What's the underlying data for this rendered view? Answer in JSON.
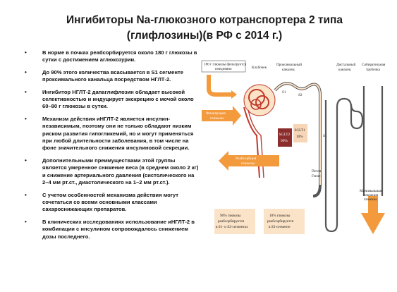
{
  "slide": {
    "title_line1": "Ингибиторы Na-глюкозного котранспортера 2 типа",
    "title_line2": "(глифлозины)(в РФ с 2014 г.)"
  },
  "bullets": [
    {
      "marker": "•",
      "text": "В норме в почках реабсорбируется около 180 г глюкозы в сутки с достижением аглюкозурии."
    },
    {
      "marker": "•",
      "text": "До 90% этого количества всасывается в S1 сегменте проксимального канальца посредством НГЛТ-2."
    },
    {
      "marker": "•",
      "text": "Ингибитор НГЛТ-2 дапаглифлозин обладает высокой селективностью и индуцирует экскрецию с мочой около 60–80 г глюкозы в сутки."
    },
    {
      "marker": "•",
      "text": "Механизм действия иНГЛТ-2 является инсулин-независимым, поэтому они не только обладают низким риском развития гипогликемий, но и могут применяться при любой длительности заболевания, в том числе на фоне значительного снижения инсулиновой секреции."
    },
    {
      "marker": "•",
      "text": "Дополнительными преимуществами этой группы является умеренное снижение веса (в среднем около 2 кг) и снижение артериального давления (систолического на 2–4 мм рт.ст., диастолического на 1–2 мм рт.ст.)."
    },
    {
      "marker": "•",
      "text": "С учетом особенностей механизма действия могут сочетаться со всеми основными классами сахароснижающих препаратов."
    },
    {
      "marker": "•",
      "text": "В клинических исследованиях использование иНГЛТ-2 в комбинации с инсулином сопровождалось снижением дозы последнего."
    }
  ],
  "diagram": {
    "filtered_box_line1": "180 г глюкозы фильтруется",
    "filtered_box_line2": "ежедневно",
    "label_glomerulus": "Клубочек",
    "label_proximal_line1": "Проксимальный",
    "label_proximal_line2": "каналец",
    "label_distal_line1": "Дистальный",
    "label_distal_line2": "каналец",
    "label_collecting_line1": "Собирательная",
    "label_collecting_line2": "трубочка",
    "label_s1": "S1",
    "label_s2": "S2",
    "label_s3": "S3",
    "filtration_line1": "Фильтрация",
    "filtration_line2": "глюкозы",
    "sglt2_label": "SGLT2",
    "sglt2_pct": "90%",
    "sglt1_label": "SGLT1",
    "sglt1_pct": "10%",
    "reabsorption_line1": "Реабсорбция",
    "reabsorption_line2": "глюкозы",
    "loop_line1": "Петля",
    "loop_line2": "Генле",
    "excretion_line1": "Минимальная",
    "excretion_line2": "секреция",
    "excretion_line3": "глюкозы",
    "note90_line1": "90% глюкозы",
    "note90_line2": "реабсорбируется",
    "note90_line3": "в S1- и S2-сегментах",
    "note10_line1": "10% глюкозы",
    "note10_line2": "реабсорбируется",
    "note10_line3": "в S3-сегменте",
    "colors": {
      "orange": "#f39a3d",
      "peach": "#fbe3c8",
      "vessel_red": "#c0392b",
      "tubule_gray": "#555555"
    }
  }
}
